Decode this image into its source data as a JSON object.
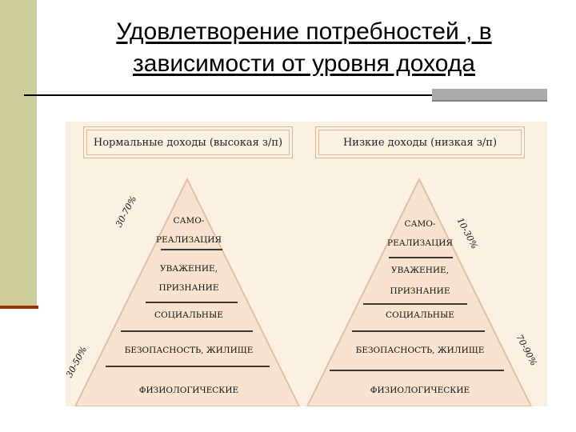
{
  "title": {
    "line1": "Удовлетворение потребностей , в",
    "line2": "зависимости от уровня дохода"
  },
  "left_pyramid": {
    "header": "Нормальные доходы (высокая з/п)",
    "levels": {
      "self1": "САМО-",
      "self2": "РЕАЛИЗАЦИЯ",
      "respect1": "УВАЖЕНИЕ,",
      "respect2": "ПРИЗНАНИЕ",
      "social": "СОЦИАЛЬНЫЕ",
      "safety": "БЕЗОПАСНОСТЬ, ЖИЛИЩЕ",
      "physio": "ФИЗИОЛОГИЧЕСКИЕ"
    },
    "pct_upper": "30-70%",
    "pct_lower": "30-50%"
  },
  "right_pyramid": {
    "header": "Низкие доходы (низкая з/п)",
    "levels": {
      "self1": "САМО-",
      "self2": "РЕАЛИЗАЦИЯ",
      "respect1": "УВАЖЕНИЕ,",
      "respect2": "ПРИЗНАНИЕ",
      "social": "СОЦИАЛЬНЫЕ",
      "safety": "БЕЗОПАСНОСТЬ, ЖИЛИЩЕ",
      "physio": "ФИЗИОЛОГИЧЕСКИЕ"
    },
    "pct_upper": "10-30%",
    "pct_lower": "70-90%"
  },
  "colors": {
    "side_bar": "#cccc99",
    "side_accent": "#993300",
    "panel": "#fbf1e3",
    "pyramid_fill": "#f7e3cf",
    "pyramid_edge": "#e0c1a4"
  }
}
